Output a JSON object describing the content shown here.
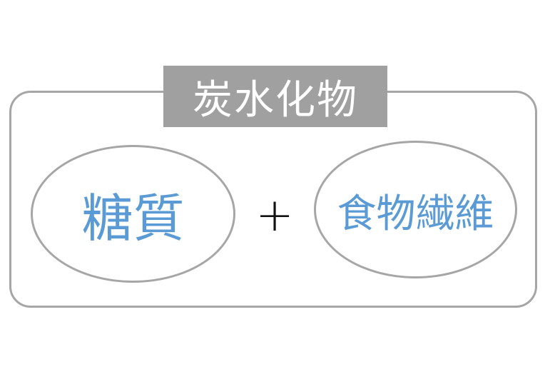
{
  "diagram": {
    "title": "炭水化物",
    "left_term": "糖質",
    "operator": "+",
    "right_term": "食物繊維"
  },
  "colors": {
    "border": "#a6a6a6",
    "title_bg": "#a0a0a0",
    "title_text": "#ffffff",
    "term_text": "#5b9bd5",
    "operator_text": "#111111"
  }
}
